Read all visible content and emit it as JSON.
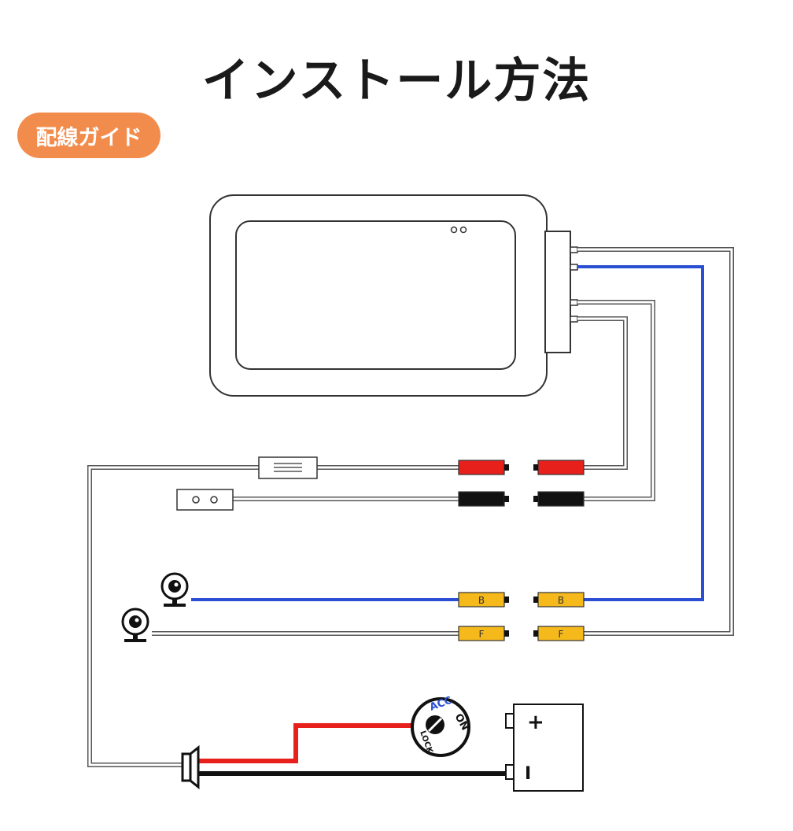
{
  "title": "インストール方法",
  "badge": "配線ガイド",
  "connectors": {
    "rear": "B",
    "front": "F"
  },
  "battery": {
    "plus": "+",
    "minus": "I"
  },
  "ignition": {
    "acc": "ACC",
    "on": "ON",
    "lock": "LOCK"
  },
  "colors": {
    "accent": "#f28c4c",
    "blue_wire": "#2a4fd3",
    "red_wire": "#e8201c",
    "black_wire": "#111111",
    "yellow_plug": "#f5b91c"
  }
}
